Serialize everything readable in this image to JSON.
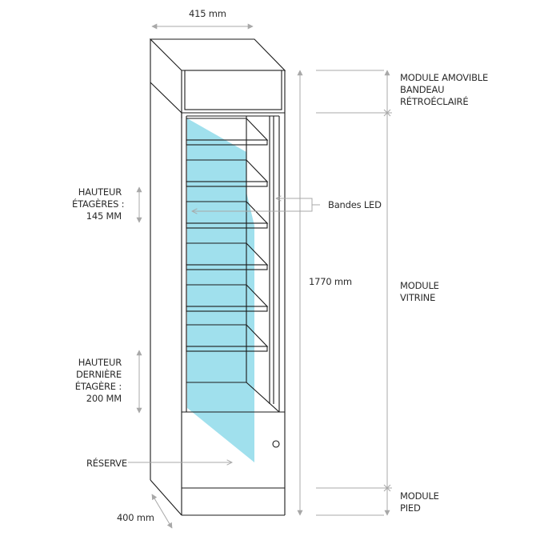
{
  "dimensions": {
    "width_top": "415 mm",
    "height_total": "1770 mm",
    "depth_bottom": "400 mm"
  },
  "labels": {
    "shelf_height": [
      "HAUTEUR",
      "ÉTAGÈRES :",
      "145 MM"
    ],
    "last_shelf_height": [
      "HAUTEUR",
      "DERNIÈRE",
      "ÉTAGÈRE :",
      "200 MM"
    ],
    "reserve": "RÉSERVE",
    "led_strips": "Bandes LED"
  },
  "modules": {
    "header": [
      "MODULE AMOVIBLE",
      "BANDEAU",
      "RÉTROÉCLAIRÉ"
    ],
    "showcase": [
      "MODULE",
      "VITRINE"
    ],
    "base": [
      "MODULE",
      "PIED"
    ]
  },
  "colors": {
    "line": "#1a1a1a",
    "dimension_line": "#a8a8a8",
    "glass_highlight": "#8fdbea"
  }
}
